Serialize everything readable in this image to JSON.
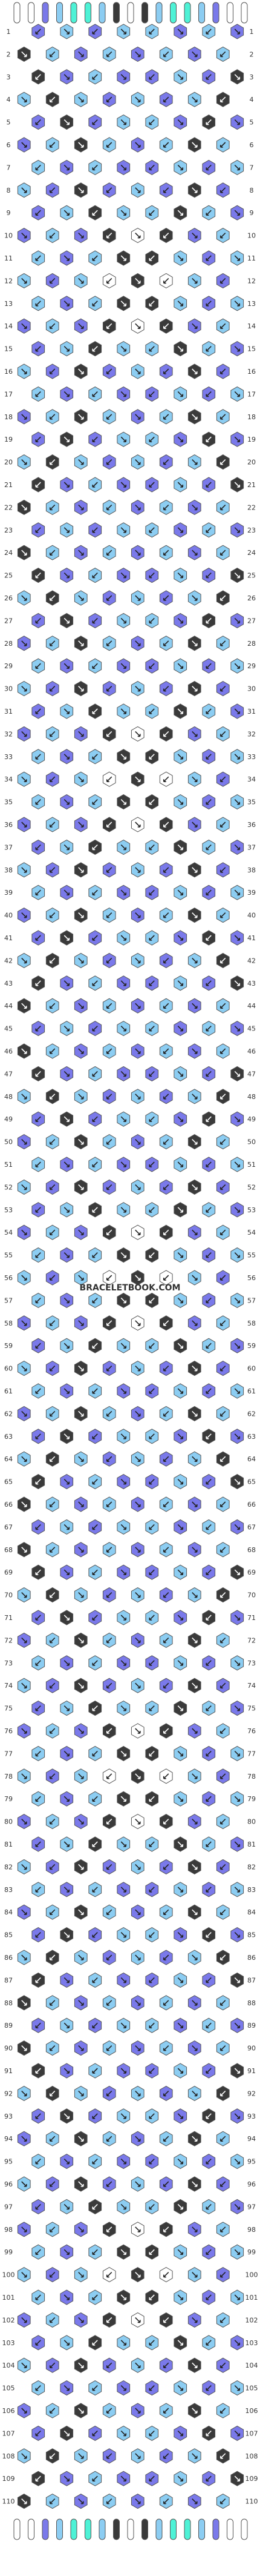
{
  "watermark": "BRACELETBOOK.COM",
  "row_labels": [
    "1",
    "2",
    "3",
    "4",
    "5",
    "6",
    "7",
    "8",
    "9",
    "10",
    "11",
    "12",
    "13",
    "14",
    "15",
    "16",
    "17",
    "18",
    "19",
    "20",
    "21",
    "22",
    "23",
    "24",
    "25",
    "26",
    "27",
    "28",
    "29",
    "30",
    "31",
    "32",
    "33",
    "34",
    "35",
    "36",
    "37",
    "38",
    "39",
    "40",
    "41",
    "42",
    "43",
    "44",
    "45",
    "46",
    "47",
    "48",
    "49",
    "50",
    "51",
    "52",
    "53",
    "54",
    "55",
    "56",
    "57",
    "58",
    "59",
    "60",
    "61",
    "62",
    "63",
    "64",
    "65",
    "66",
    "67",
    "68",
    "69",
    "70",
    "71",
    "72",
    "73",
    "74",
    "75",
    "76",
    "77",
    "78",
    "79",
    "80",
    "81",
    "82",
    "83",
    "84",
    "85",
    "86",
    "87",
    "88",
    "89",
    "90",
    "91",
    "92",
    "93",
    "94",
    "95",
    "96",
    "97",
    "98",
    "99",
    "100",
    "101",
    "102",
    "103",
    "104",
    "105",
    "106",
    "107",
    "108",
    "109",
    "110"
  ],
  "colors": {
    "white": "#ffffff",
    "light_blue": "#8ccdf2",
    "periwinkle": "#7a79ea",
    "turquoise": "#4ef2d6",
    "dark": "#3a3a3a",
    "outline": "#555555",
    "text": "#333333"
  },
  "strings_top": [
    "white",
    "white",
    "periwinkle",
    "light_blue",
    "turquoise",
    "turquoise",
    "light_blue",
    "dark",
    "white",
    "dark",
    "light_blue",
    "turquoise",
    "turquoise",
    "light_blue",
    "periwinkle",
    "white",
    "white"
  ],
  "knot_rows": 110,
  "knots_per_row_odd": 8,
  "knots_per_row_even": 8
}
